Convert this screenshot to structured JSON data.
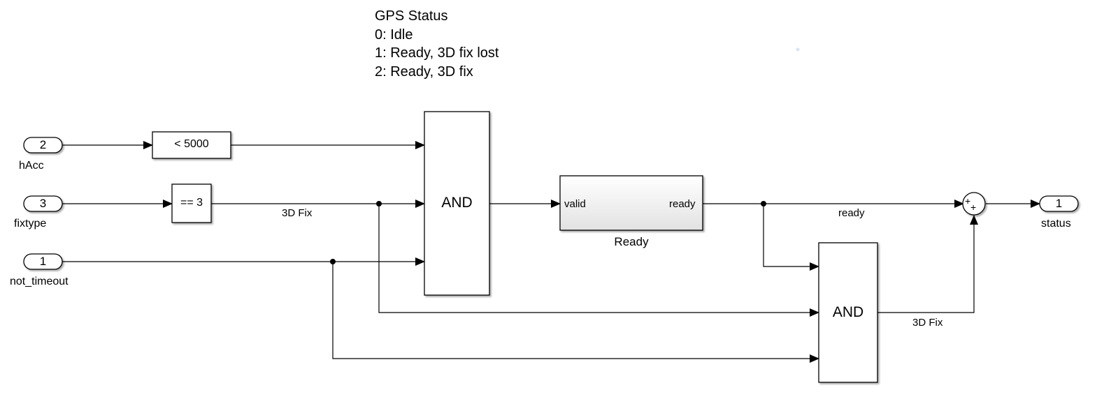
{
  "annotation": {
    "title": "GPS Status",
    "lines": [
      "0: Idle",
      "1: Ready, 3D fix lost",
      "2: Ready, 3D fix"
    ]
  },
  "inports": [
    {
      "number": "2",
      "name": "hAcc"
    },
    {
      "number": "3",
      "name": "fixtype"
    },
    {
      "number": "1",
      "name": "not_timeout"
    }
  ],
  "outport": {
    "number": "1",
    "name": "status"
  },
  "blocks": {
    "compare_hacc": "< 5000",
    "compare_fixtype": "== 3",
    "and_main": "AND",
    "and_second": "AND",
    "sum_signs": [
      "+",
      "+"
    ],
    "subsystem": {
      "name": "Ready",
      "input_port": "valid",
      "output_port": "ready"
    }
  },
  "signals": {
    "fix_signal": "3D Fix",
    "ready_signal": "ready",
    "fix_to_sum": "3D Fix"
  },
  "colors": {
    "line": "#000000",
    "block_border": "#000000",
    "subsystem_gradient_top": "#ffffff",
    "subsystem_gradient_bottom": "#e6e6e6"
  }
}
